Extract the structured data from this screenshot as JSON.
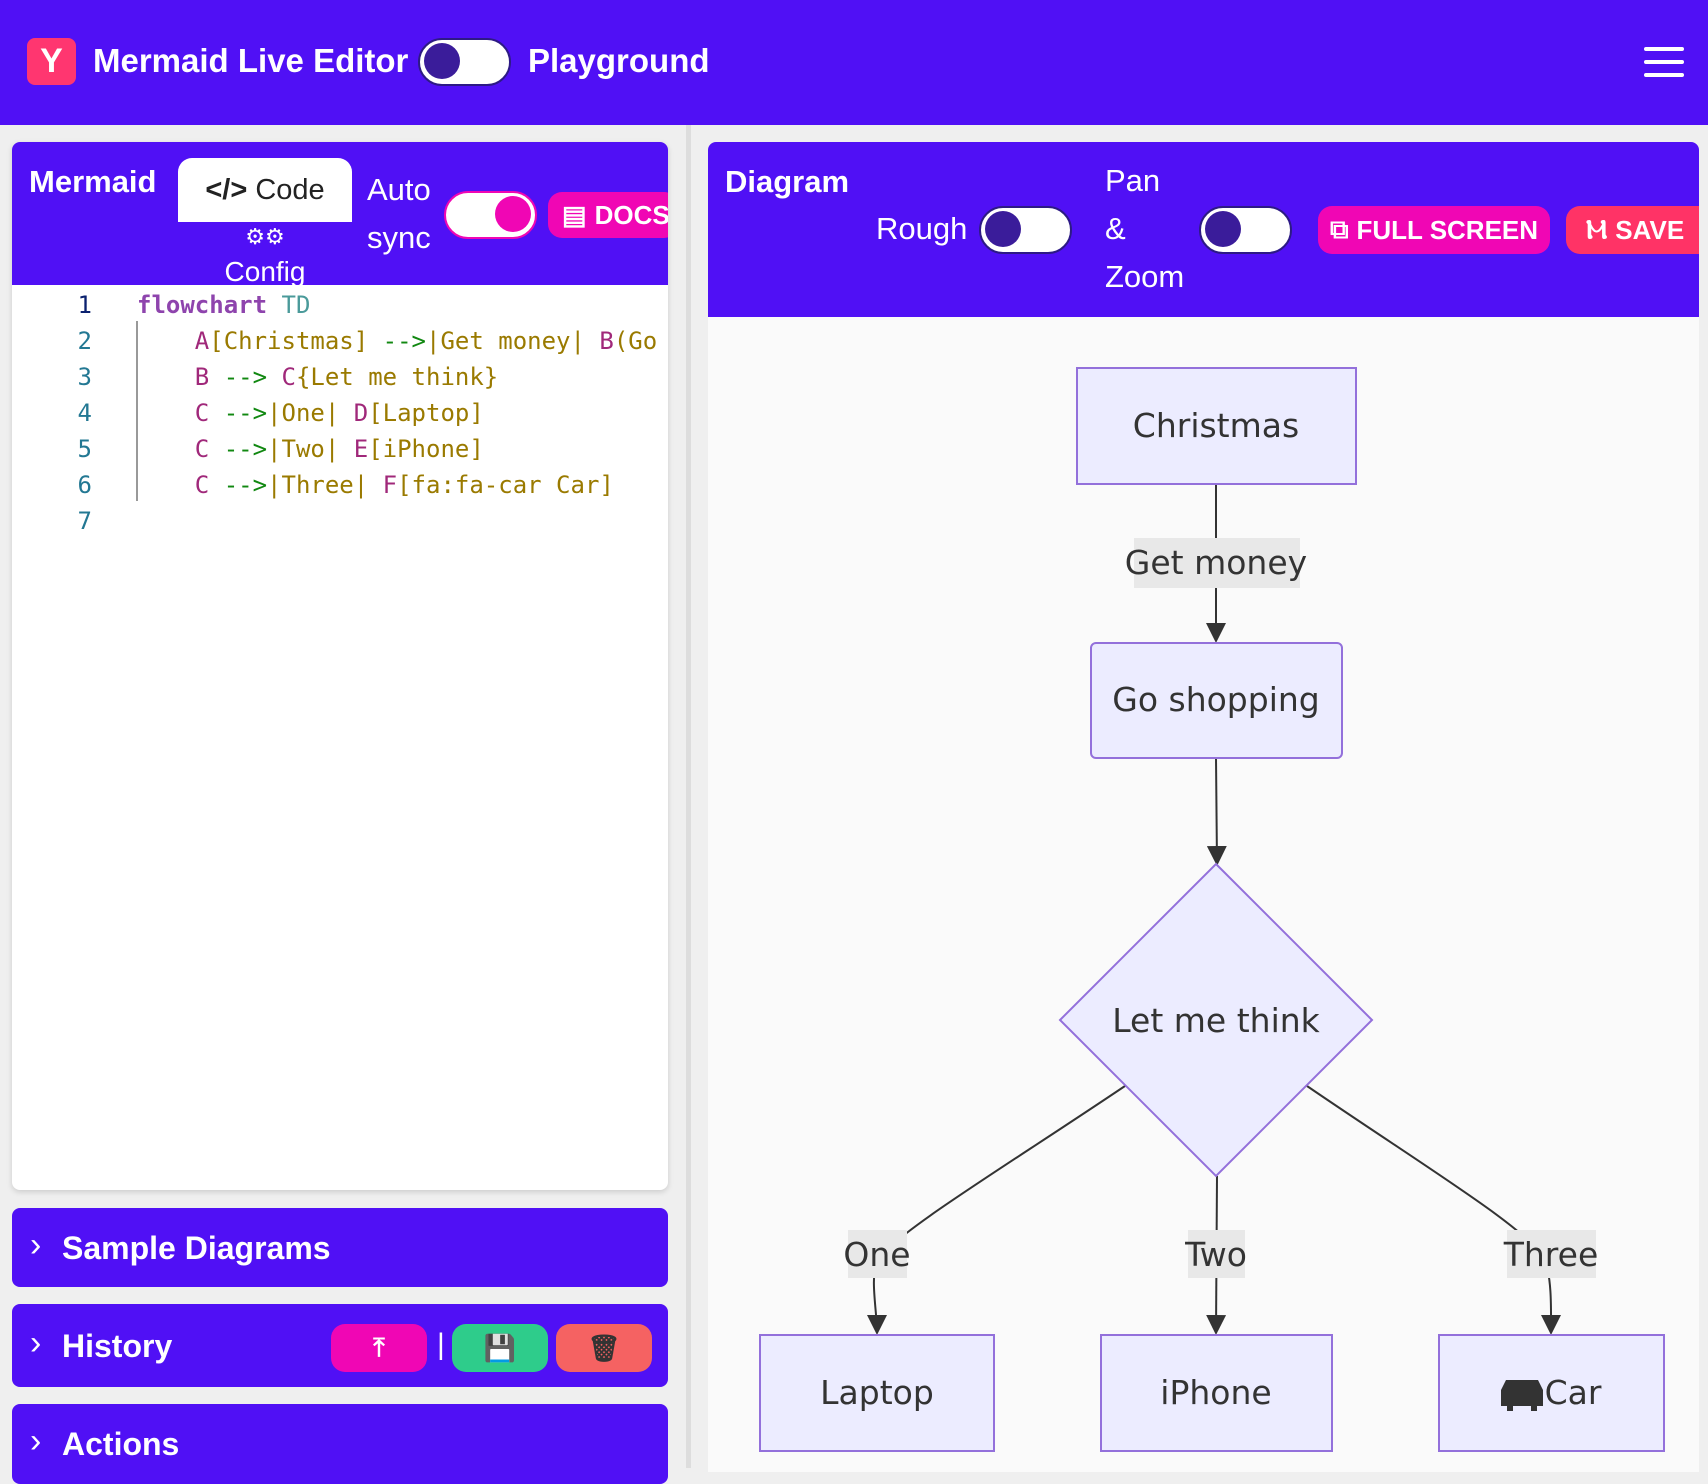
{
  "header": {
    "title": "Mermaid Live Editor",
    "mode_label": "Playground",
    "logo_letter": "Y",
    "menu_icon": "hamburger-icon",
    "mode_toggle_on": false
  },
  "editor": {
    "title": "Mermaid",
    "tabs": [
      {
        "label": "Code",
        "icon": "code-icon"
      },
      {
        "label": "Config",
        "icon": "gears-icon"
      }
    ],
    "active_tab": "Code",
    "autosync_label_1": "Auto",
    "autosync_label_2": "sync",
    "autosync_on": true,
    "docs_label": "DOCS",
    "lines": [
      {
        "n": "1",
        "tokens": [
          [
            "flowchart",
            "#8e44ad"
          ],
          [
            " TD",
            "#4a9a9a"
          ]
        ]
      },
      {
        "n": "2",
        "tokens": [
          [
            "    A",
            "#a0287a"
          ],
          [
            "[Christmas]",
            "#9a7a00"
          ],
          [
            " -->",
            "#118811"
          ],
          [
            "|Get money|",
            "#9a7a00"
          ],
          [
            " B",
            "#a0287a"
          ],
          [
            "(Go",
            "#9a7a00"
          ]
        ]
      },
      {
        "n": "3",
        "tokens": [
          [
            "    B",
            "#a0287a"
          ],
          [
            " -->",
            "#118811"
          ],
          [
            " C",
            "#a0287a"
          ],
          [
            "{Let me think}",
            "#9a7a00"
          ]
        ]
      },
      {
        "n": "4",
        "tokens": [
          [
            "    C",
            "#a0287a"
          ],
          [
            " -->",
            "#118811"
          ],
          [
            "|One|",
            "#9a7a00"
          ],
          [
            " D",
            "#a0287a"
          ],
          [
            "[Laptop]",
            "#9a7a00"
          ]
        ]
      },
      {
        "n": "5",
        "tokens": [
          [
            "    C",
            "#a0287a"
          ],
          [
            " -->",
            "#118811"
          ],
          [
            "|Two|",
            "#9a7a00"
          ],
          [
            " E",
            "#a0287a"
          ],
          [
            "[iPhone]",
            "#9a7a00"
          ]
        ]
      },
      {
        "n": "6",
        "tokens": [
          [
            "    C",
            "#a0287a"
          ],
          [
            " -->",
            "#118811"
          ],
          [
            "|Three|",
            "#9a7a00"
          ],
          [
            " F",
            "#a0287a"
          ],
          [
            "[fa:fa-car Car]",
            "#9a7a00"
          ]
        ]
      },
      {
        "n": "7",
        "tokens": []
      }
    ]
  },
  "diagram": {
    "title": "Diagram",
    "rough_label": "Rough",
    "rough_on": false,
    "panzoom_label_1": "Pan",
    "panzoom_label_2": "&",
    "panzoom_label_3": "Zoom",
    "panzoom_on": false,
    "fullscreen_label": "FULL SCREEN",
    "save_label": "SAVE",
    "nodes": {
      "a": "Christmas",
      "b": "Go shopping",
      "c": "Let me think",
      "d": "Laptop",
      "e": "iPhone",
      "f": "Car"
    },
    "edges": {
      "ab": "Get money",
      "cd": "One",
      "ce": "Two",
      "cf": "Three"
    }
  },
  "sections": {
    "samples": "Sample Diagrams",
    "history": "History",
    "actions": "Actions"
  },
  "colors": {
    "brand": "#5010f5",
    "pink": "#f006b4",
    "save": "#ff3366",
    "green": "#2ecc8b",
    "red": "#f56262"
  }
}
